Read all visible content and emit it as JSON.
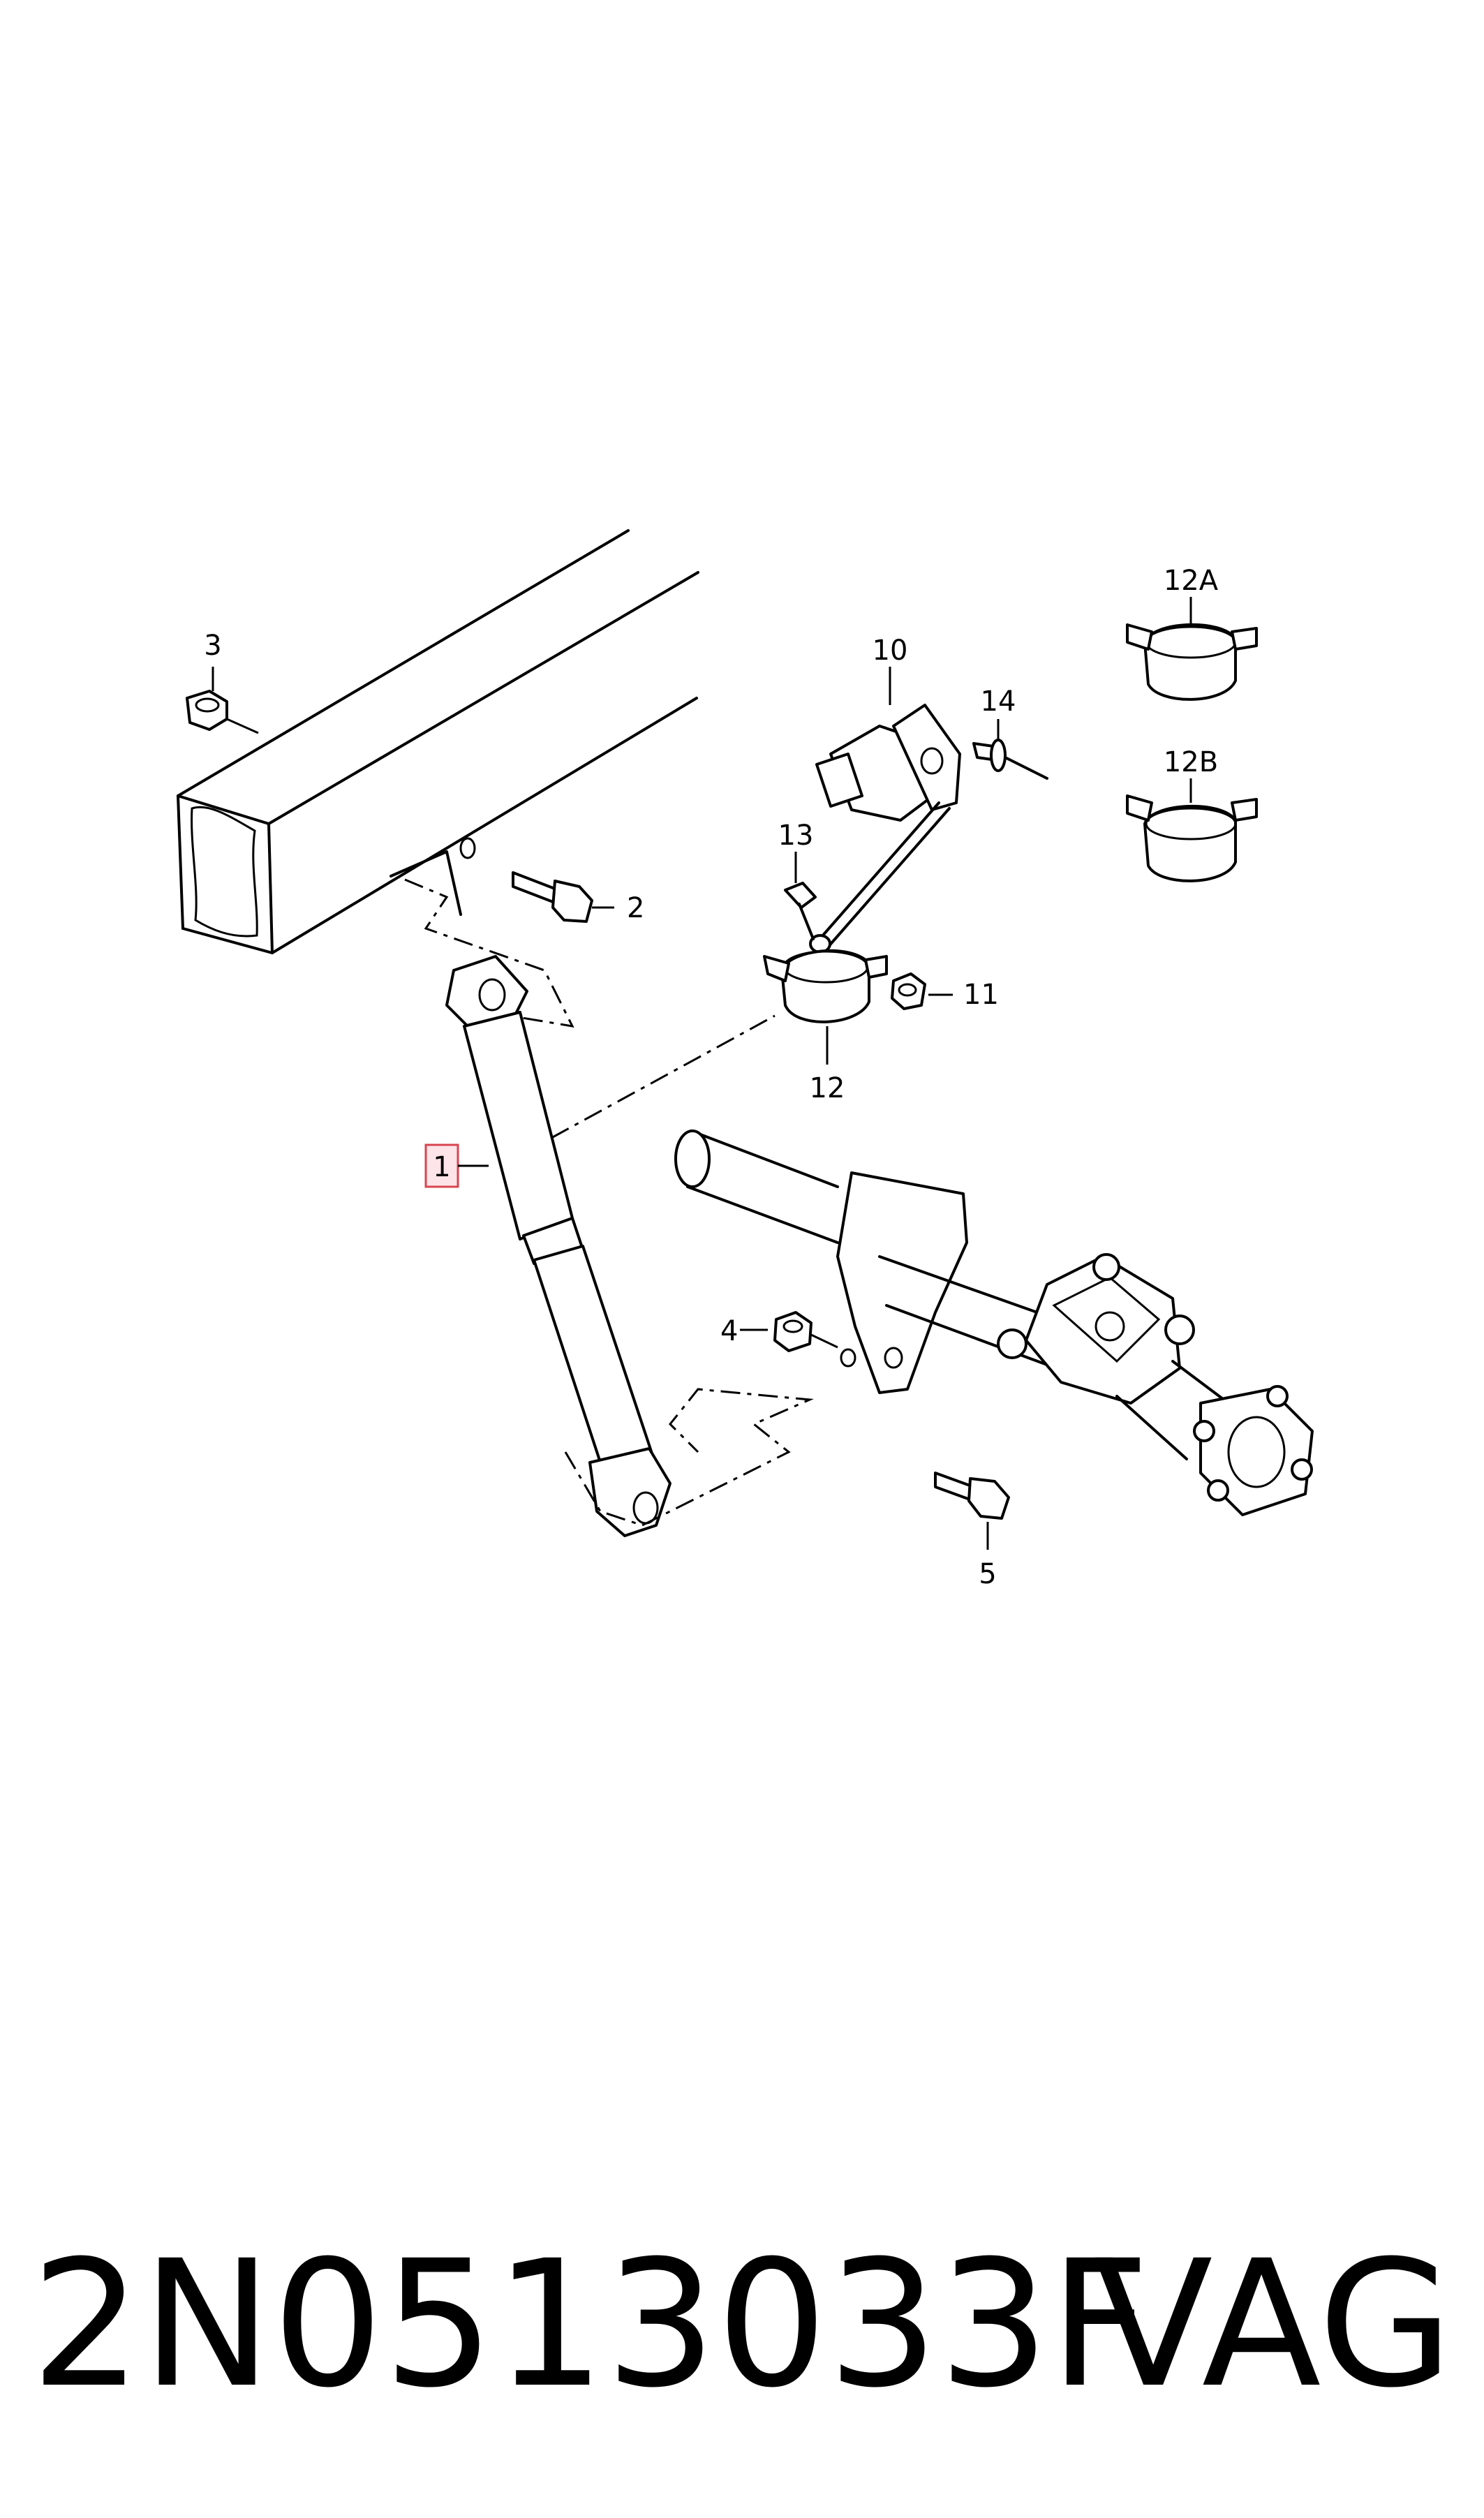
{
  "diagram": {
    "callouts": [
      {
        "id": "1",
        "text": "1",
        "highlighted": true
      },
      {
        "id": "2",
        "text": "2"
      },
      {
        "id": "3",
        "text": "3"
      },
      {
        "id": "4",
        "text": "4"
      },
      {
        "id": "5",
        "text": "5"
      },
      {
        "id": "10",
        "text": "10"
      },
      {
        "id": "11",
        "text": "11"
      },
      {
        "id": "12",
        "text": "12"
      },
      {
        "id": "12A",
        "text": "12A"
      },
      {
        "id": "12B",
        "text": "12B"
      },
      {
        "id": "13",
        "text": "13"
      },
      {
        "id": "14",
        "text": "14"
      }
    ],
    "highlight_color": "#fde4e8",
    "highlight_border": "#d9454f"
  },
  "footer": {
    "part_number": "2N0513033F",
    "brand": "VAG"
  }
}
